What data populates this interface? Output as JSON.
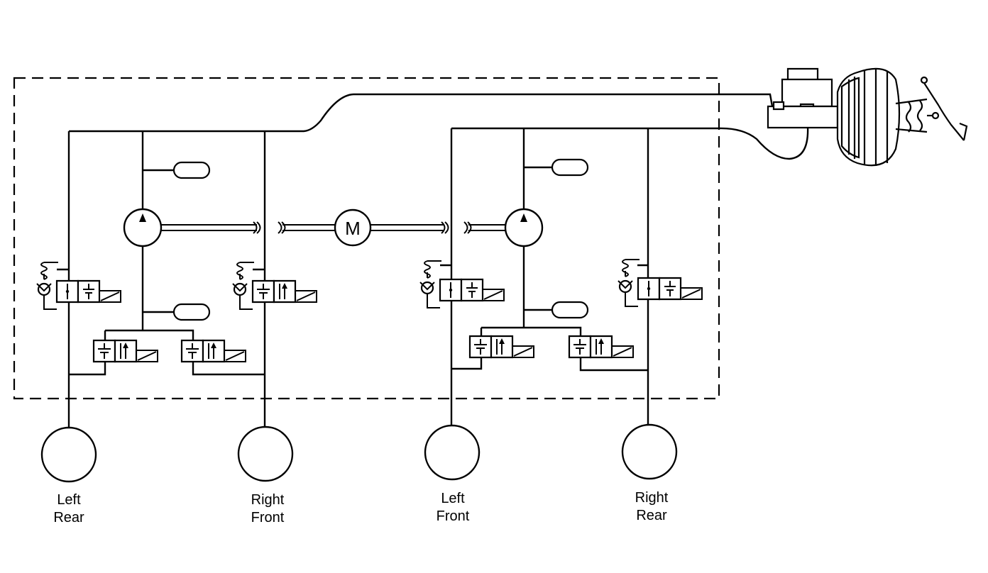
{
  "motor": {
    "label": "M"
  },
  "wheels": [
    {
      "id": "left-rear",
      "line1": "Left",
      "line2": "Rear"
    },
    {
      "id": "right-front",
      "line1": "Right",
      "line2": "Front"
    },
    {
      "id": "left-front",
      "line1": "Left",
      "line2": "Front"
    },
    {
      "id": "right-rear",
      "line1": "Right",
      "line2": "Rear"
    }
  ],
  "colors": {
    "ink": "#000000",
    "paper": "#ffffff"
  },
  "icons": {
    "motor": "motor-icon",
    "pump": "pump-icon",
    "accumulator": "accumulator-icon",
    "solenoid_valve": "solenoid-valve-icon",
    "spring_check_valve": "spring-check-valve-icon",
    "wheel_brake": "wheel-brake-icon",
    "master_cylinder": "master-cylinder-icon",
    "brake_booster": "brake-booster-icon",
    "brake_pedal": "brake-pedal-icon"
  }
}
